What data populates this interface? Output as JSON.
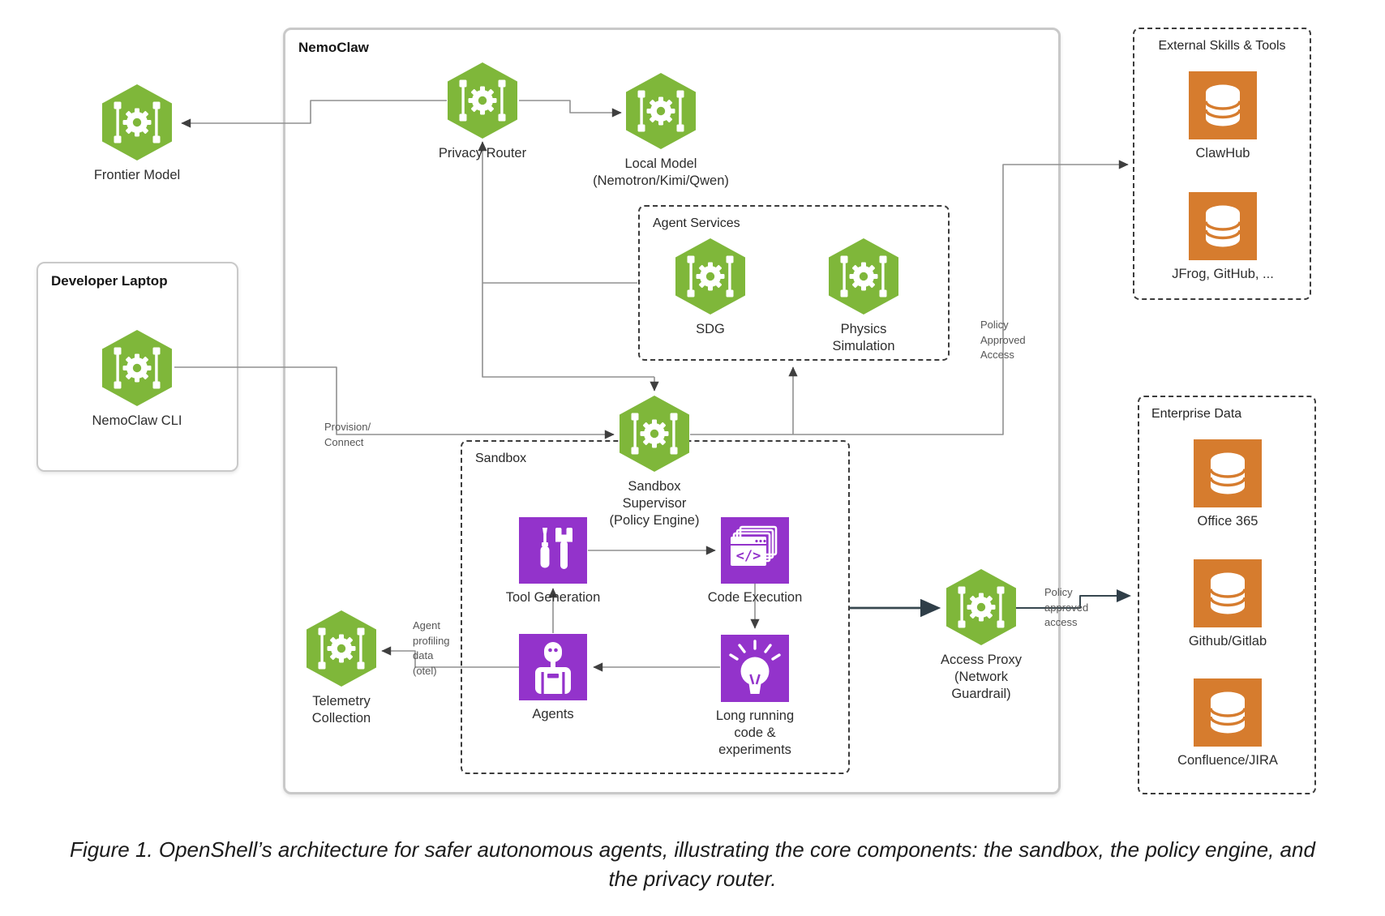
{
  "figure": {
    "caption_line1": "Figure 1. OpenShell’s architecture for safer autonomous agents, illustrating the core components: the sandbox, the policy engine, and",
    "caption_line2": "the privacy router."
  },
  "containers": {
    "nemoclaw": {
      "title": "NemoClaw"
    },
    "developer_laptop": {
      "title": "Developer Laptop"
    },
    "agent_services": {
      "title": "Agent Services"
    },
    "sandbox": {
      "title": "Sandbox"
    },
    "external_skills": {
      "title": "External Skills & Tools"
    },
    "enterprise_data": {
      "title": "Enterprise Data"
    }
  },
  "nodes": {
    "frontier_model": {
      "label": "Frontier Model",
      "icon": "gear-hexagon"
    },
    "privacy_router": {
      "label": "Privacy Router",
      "icon": "gear-hexagon"
    },
    "local_model": {
      "line1": "Local Model",
      "line2": "(Nemotron/Kimi/Qwen)",
      "icon": "gear-hexagon"
    },
    "sdg": {
      "label": "SDG",
      "icon": "gear-hexagon"
    },
    "physics_simulation": {
      "line1": "Physics",
      "line2": "Simulation",
      "icon": "gear-hexagon"
    },
    "nemoclaw_cli": {
      "label": "NemoClaw CLI",
      "icon": "gear-hexagon"
    },
    "sandbox_supervisor": {
      "line1": "Sandbox",
      "line2": "Supervisor",
      "line3": "(Policy Engine)",
      "icon": "gear-hexagon"
    },
    "telemetry_collection": {
      "line1": "Telemetry",
      "line2": "Collection",
      "icon": "gear-hexagon"
    },
    "access_proxy": {
      "line1": "Access Proxy",
      "line2": "(Network",
      "line3": "Guardrail)",
      "icon": "gear-hexagon"
    },
    "tool_generation": {
      "label": "Tool Generation",
      "icon": "tools-square"
    },
    "code_execution": {
      "label": "Code Execution",
      "icon": "code-window-square"
    },
    "agents": {
      "label": "Agents",
      "icon": "robot-square"
    },
    "long_running": {
      "line1": "Long running",
      "line2": "code &",
      "line3": "experiments",
      "icon": "lightbulb-square"
    },
    "clawhub": {
      "label": "ClawHub",
      "icon": "database"
    },
    "jfrog_github": {
      "label": "JFrog, GitHub, ...",
      "icon": "database"
    },
    "office365": {
      "label": "Office 365",
      "icon": "database"
    },
    "github_gitlab": {
      "label": "Github/Gitlab",
      "icon": "database"
    },
    "confluence_jira": {
      "label": "Confluence/JIRA",
      "icon": "database"
    }
  },
  "edge_labels": {
    "provision": {
      "line1": "Provision/",
      "line2": "Connect"
    },
    "policy_approved_upper": {
      "line1": "Policy",
      "line2": "Approved",
      "line3": "Access"
    },
    "agent_profiling": {
      "line1": "Agent",
      "line2": "profiling",
      "line3": "data",
      "line4": "(otel)"
    },
    "policy_approved_lower": {
      "line1": "Policy",
      "line2": "approved",
      "line3": "access"
    }
  },
  "colors": {
    "hexagon_green": "#7FB73A",
    "square_purple": "#9333CB",
    "square_orange": "#D67C2E",
    "line_gray": "#909090",
    "line_dark": "#37474F",
    "border_gray": "#c9c9c9",
    "dashed_border": "#3c3c3c"
  }
}
